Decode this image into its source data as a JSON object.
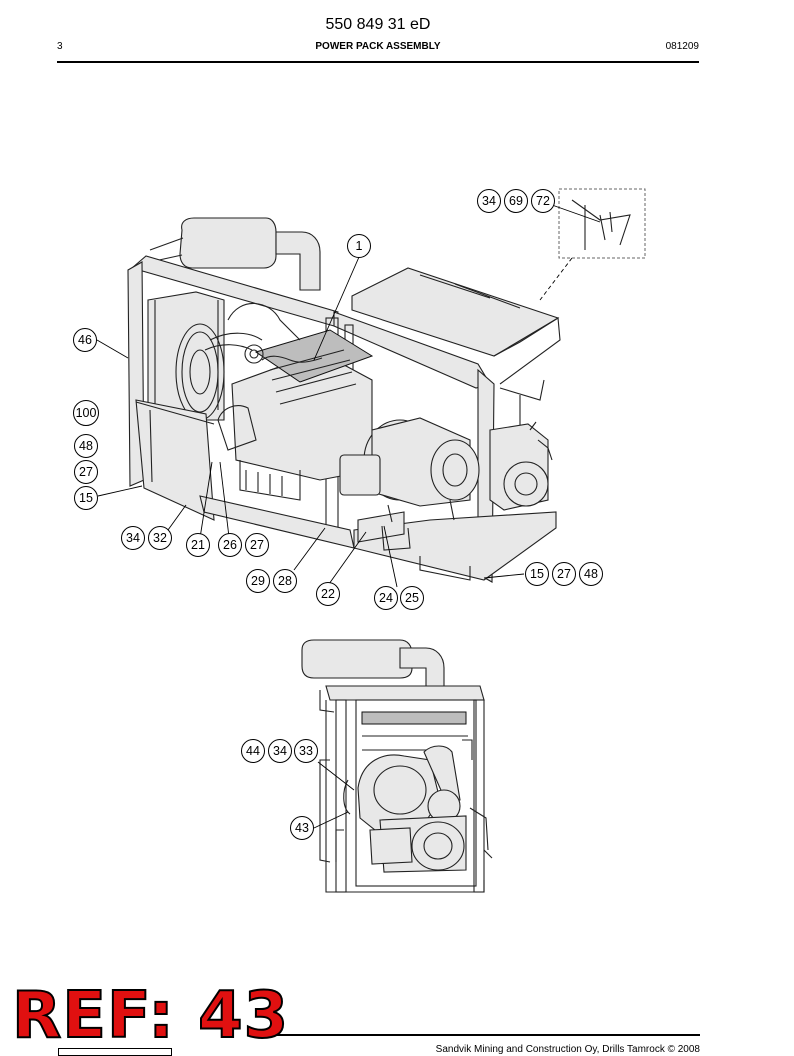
{
  "header": {
    "doc_number": "550 849 31 eD",
    "page_number": "3",
    "title": "POWER PACK ASSEMBLY",
    "date_code": "081209"
  },
  "callouts_main": [
    "34",
    "69",
    "72",
    "1",
    "46",
    "100",
    "48",
    "27",
    "15",
    "34",
    "32",
    "21",
    "26",
    "27",
    "29",
    "28",
    "22",
    "24",
    "25",
    "15",
    "27",
    "48"
  ],
  "callouts_lower": [
    "44",
    "34",
    "33",
    "43"
  ],
  "stamp": {
    "text": "REF: 43",
    "color": "#e01010"
  },
  "footer": {
    "copyright": "Sandvik Mining and Construction Oy, Drills Tamrock © 2008"
  }
}
